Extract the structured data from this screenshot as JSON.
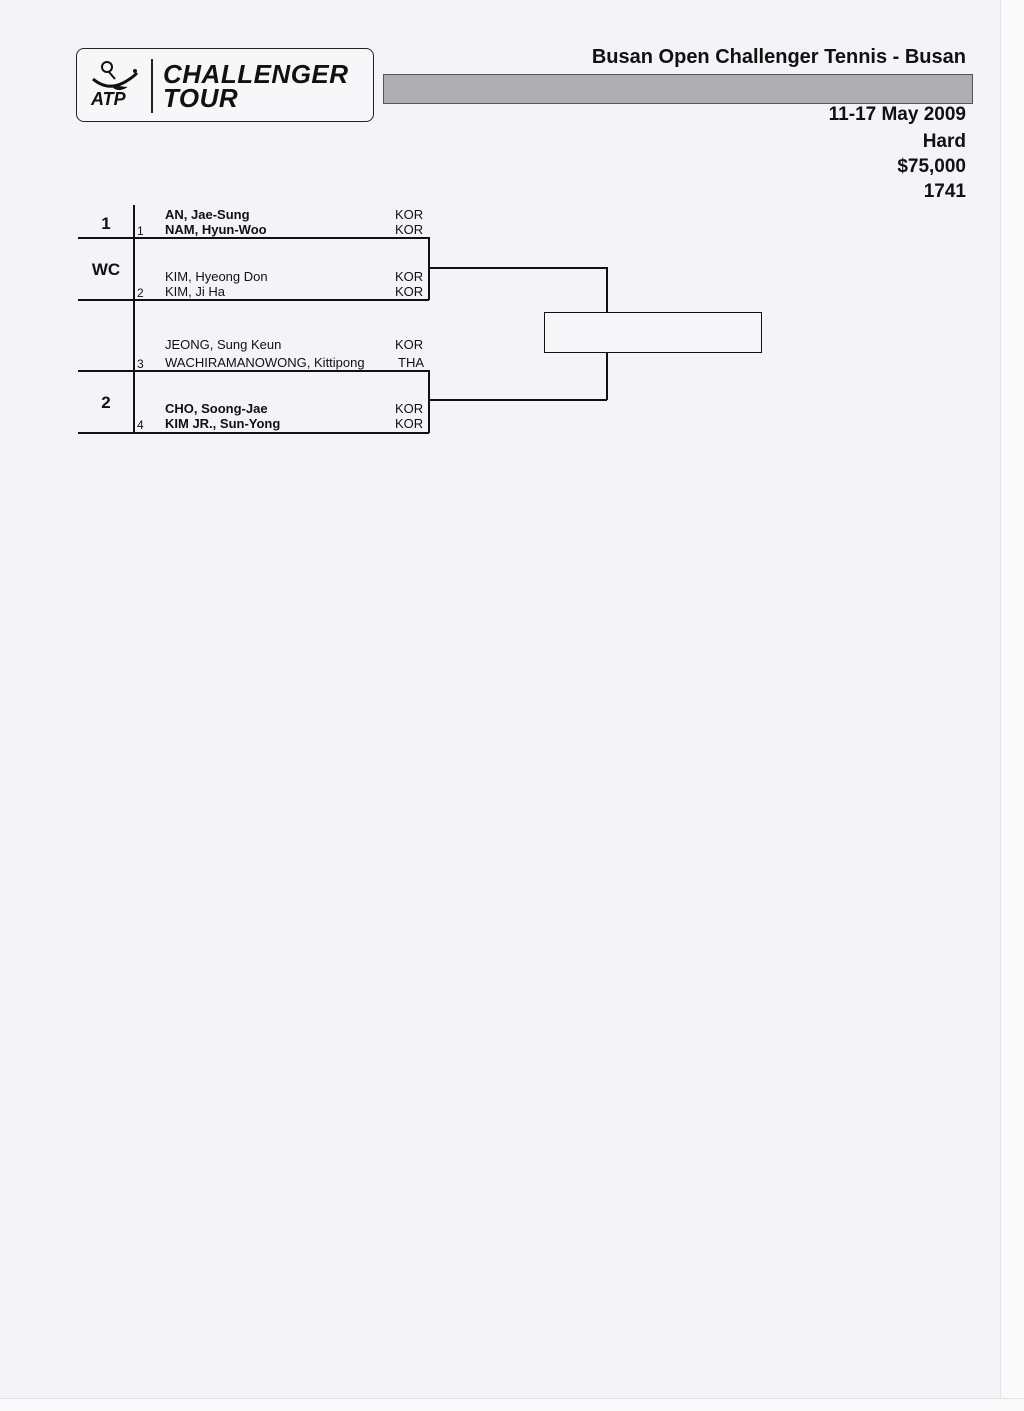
{
  "logo": {
    "brand_line1": "CHALLENGER",
    "brand_line2": "TOUR",
    "org": "ATP"
  },
  "tournament": {
    "title": "Busan Open Challenger Tennis - Busan",
    "dates": "11-17 May 2009",
    "surface": "Hard",
    "prize_money": "$75,000",
    "id": "1741"
  },
  "draw": {
    "lines": [
      {
        "seed": "1",
        "position": "1",
        "players": [
          {
            "name": "AN, Jae-Sung",
            "nat": "KOR"
          },
          {
            "name": "NAM, Hyun-Woo",
            "nat": "KOR"
          }
        ]
      },
      {
        "seed": "WC",
        "position": "2",
        "players": [
          {
            "name": "KIM, Hyeong Don",
            "nat": "KOR"
          },
          {
            "name": "KIM, Ji Ha",
            "nat": "KOR"
          }
        ]
      },
      {
        "seed": "",
        "position": "3",
        "players": [
          {
            "name": "JEONG, Sung Keun",
            "nat": "KOR"
          },
          {
            "name": "WACHIRAMANOWONG, Kittipong",
            "nat": "THA"
          }
        ]
      },
      {
        "seed": "2",
        "position": "4",
        "players": [
          {
            "name": "CHO, Soong-Jae",
            "nat": "KOR"
          },
          {
            "name": "KIM JR., Sun-Yong",
            "nat": "KOR"
          }
        ]
      }
    ]
  }
}
